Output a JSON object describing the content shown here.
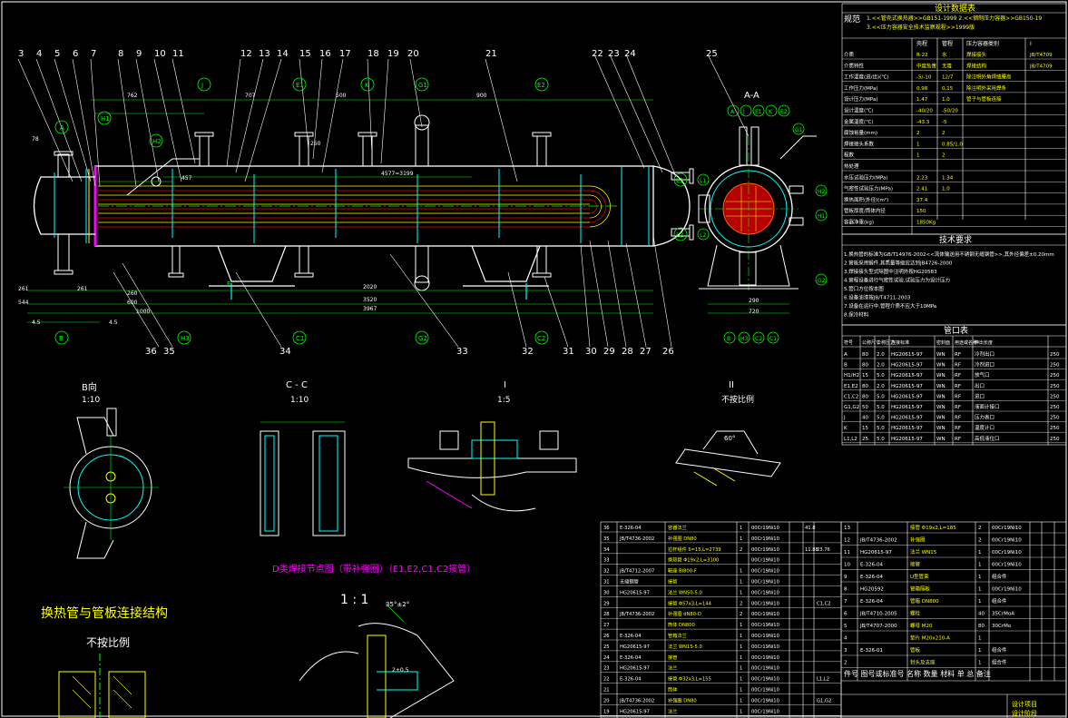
{
  "top_titles": {
    "design_data": "设计数据表",
    "tech_req": "技术要求",
    "nozzle_table": "管口表",
    "spec_label": "规范"
  },
  "part_numbers_top": [
    "3",
    "4",
    "5",
    "6",
    "7",
    "8",
    "9",
    "10",
    "11",
    "12",
    "13",
    "14",
    "15",
    "16",
    "17",
    "18",
    "19",
    "20",
    "21",
    "22",
    "23",
    "24",
    "25"
  ],
  "part_numbers_bottom": [
    "36",
    "35",
    "34",
    "33",
    "32",
    "31",
    "30",
    "29",
    "28",
    "27",
    "26"
  ],
  "nozzle_labels": [
    "A",
    "H1",
    "H2",
    "J",
    "E1",
    "K",
    "G1",
    "E2",
    "L1",
    "L2",
    "B",
    "H3",
    "C1",
    "G2",
    "C2",
    "F"
  ],
  "section_view": {
    "title": "A-A",
    "circle_labels": [
      "A",
      "J",
      "E1",
      "K",
      "E2",
      "G1",
      "H2",
      "H1",
      "L1",
      "L2",
      "G2"
    ],
    "bottom_labels": [
      "B",
      "H3",
      "C2",
      "C1"
    ]
  },
  "dimensions": [
    "762",
    "707",
    "500",
    "900",
    "4577=3199",
    "457",
    "2020",
    "3520",
    "3967",
    "544",
    "261",
    "261",
    "4.5",
    "4.5",
    "78",
    "720",
    "290",
    "250",
    "260",
    "600",
    "1000"
  ],
  "details": {
    "b_view": {
      "title": "B向",
      "scale": "1:10"
    },
    "c_section": {
      "title": "C - C",
      "scale": "1:10"
    },
    "detail_i": {
      "title": "I",
      "scale": "1:5"
    },
    "detail_ii": {
      "title": "II",
      "scale": "不按比例",
      "angle": "60°"
    },
    "detail_d": {
      "title": "D类焊接节点图（带补强圈）（E1,E2,C1,C2接管）",
      "scale": "1 : 1",
      "angle": "35°±2°",
      "dim": "2±0.5"
    },
    "tube_joint": {
      "title": "换热管与管板连接结构",
      "scale": "不按比例"
    }
  },
  "spec_lines": [
    "1.<<管壳式换热器>>GB151-1999  2.<<钢制压力容器>>GB150-19",
    "3.<<压力容器安全技术监察规程>>1999版"
  ],
  "design_table": {
    "headers": [
      "",
      "壳程",
      "管程",
      "压力容器类别",
      "I"
    ],
    "rows": [
      [
        "介质",
        "R-22",
        "水",
        "焊接接头",
        "JB/T4709"
      ],
      [
        "介质特性",
        "中度危害",
        "无毒",
        "焊接结构",
        "JB/T4709"
      ],
      [
        "工作温度(进/出)(℃)",
        "-5/-10",
        "12/7",
        "除注明外角焊缝腰高",
        ""
      ],
      [
        "工作压力(MPa)",
        "0.98",
        "0.15",
        "除注明外采用焊条",
        ""
      ],
      [
        "设计压力(MPa)",
        "1.47",
        "1.0",
        "管子与管板连接",
        ""
      ],
      [
        "设计温度(℃)",
        "-40/20",
        "-50/20",
        "",
        ""
      ],
      [
        "金属温度(℃)",
        "-43.3",
        "-5",
        "",
        ""
      ],
      [
        "腐蚀裕量(mm)",
        "2",
        "2",
        "",
        ""
      ],
      [
        "焊接接头系数",
        "1",
        "0.85/1.0",
        "",
        ""
      ],
      [
        "程数",
        "1",
        "2",
        "",
        ""
      ],
      [
        "热处理",
        "",
        "",
        "",
        ""
      ],
      [
        "水压试验压力(MPa)",
        "2.23",
        "1.34",
        "",
        ""
      ],
      [
        "气密性试验压力(MPa)",
        "2.41",
        "1.0",
        "",
        ""
      ],
      [
        "换热面积(外径)(m²)",
        "37.4",
        "",
        "",
        ""
      ],
      [
        "管板厚度/筒体内径",
        "150",
        "",
        "",
        ""
      ],
      [
        "容器净重(kg)",
        "1850Kg",
        "",
        "",
        ""
      ]
    ]
  },
  "tech_req_lines": [
    "1.换热管的标准为GB/T14976-2002<<流体输送用不锈钢无缝钢管>>,其外径偏差±0.20mm",
    "2.管板采用锻件,其质量等级应达到JB4726-2000",
    "3.焊接接头型式除图中注明外按HG20583",
    "4.管程设备进行气密性试验,试验压力为设计压力",
    "5.管口方位按本图",
    "6.设备油漆按JB/T4711-2003",
    "7.设备在运行中,管程介质不应大于10MPa",
    "8.保冷材料"
  ],
  "nozzle_table": {
    "headers": [
      "符号",
      "公称尺寸",
      "公称压力",
      "连接标准",
      "密封面",
      "用途或名称",
      "伸出长度"
    ],
    "rows": [
      [
        "A",
        "80",
        "2.0",
        "HG20615-97",
        "WN",
        "RF",
        "冷剂出口",
        "250"
      ],
      [
        "B",
        "80",
        "2.0",
        "HG20615-97",
        "WN",
        "RF",
        "冷剂进口",
        "250"
      ],
      [
        "H1/H2",
        "15",
        "5.0",
        "HG20615-97",
        "WN",
        "RF",
        "放气口",
        "250"
      ],
      [
        "E1,E2",
        "80",
        "2.0",
        "HG20615-97",
        "WN",
        "RF",
        "出口",
        "250"
      ],
      [
        "C1,C2",
        "80",
        "5.0",
        "HG20615-97",
        "WN",
        "RF",
        "进口",
        "250"
      ],
      [
        "G1,G2",
        "50",
        "5.0",
        "HG20615-97",
        "WN",
        "RF",
        "液面计接口",
        "250"
      ],
      [
        "J",
        "40",
        "5.0",
        "HG20615-97",
        "WN",
        "RF",
        "压力表口",
        "250"
      ],
      [
        "K",
        "15",
        "5.0",
        "HG20615-97",
        "WN",
        "RF",
        "温度计口",
        "250"
      ],
      [
        "L1,L2",
        "25",
        "5.0",
        "HG20615-97",
        "WN",
        "RF",
        "高低液位口",
        "250"
      ]
    ]
  },
  "bom_left": [
    [
      "36",
      "E-326-04",
      "容器法兰",
      "1",
      "00Cr19Ni10",
      "",
      "41.8",
      ""
    ],
    [
      "35",
      "JB/T4736-2002",
      "补强圈 DN80",
      "1",
      "00Cr19Ni10",
      "",
      "",
      ""
    ],
    [
      "34",
      "",
      "拉杆组件 δ=15,L=2739",
      "2",
      "00Cr19Ni10",
      "",
      "11.88",
      "23.76"
    ],
    [
      "33",
      "",
      "换热管 Φ19x2,L=3100",
      "",
      "00Cr19Ni10",
      "",
      "",
      ""
    ],
    [
      "32",
      "JB/T4712-2007",
      "鞍座 BI800-F",
      "1",
      "00Cr19Ni10",
      "",
      "",
      ""
    ],
    [
      "31",
      "无缝钢管",
      "接管",
      "1",
      "00Cr19Ni10",
      "",
      "",
      ""
    ],
    [
      "30",
      "HG20615-97",
      "法兰 WN50-5.0",
      "1",
      "00Cr19Ni10",
      "",
      "",
      ""
    ],
    [
      "29",
      "",
      "接管 Φ57x3,L=144",
      "2",
      "00Cr19Ni10",
      "",
      "",
      "C1,C2"
    ],
    [
      "28",
      "JB/T4736-2002",
      "补强圈 dN80-D",
      "2",
      "00Cr19Ni10",
      "",
      "",
      ""
    ],
    [
      "27",
      "",
      "筒体 DN800",
      "1",
      "00Cr19Ni10",
      "",
      "",
      ""
    ],
    [
      "26",
      "E-326-04",
      "管箱法兰",
      "1",
      "00Cr19Ni10",
      "",
      "",
      ""
    ],
    [
      "25",
      "HG20615-97",
      "法兰 WN15-5.0",
      "1",
      "00Cr19Ni10",
      "",
      "",
      ""
    ],
    [
      "24",
      "E-326-04",
      "接管",
      "1",
      "00Cr19Ni10",
      "",
      "",
      ""
    ],
    [
      "23",
      "HG20615-97",
      "法兰",
      "1",
      "00Cr19Ni10",
      "",
      "",
      ""
    ],
    [
      "22",
      "E-326-04",
      "接管 Φ32x3,L=155",
      "1",
      "00Cr19Ni10",
      "",
      "",
      "L1,L2"
    ],
    [
      "21",
      "",
      "筒体",
      "1",
      "00Cr19Ni10",
      "",
      "",
      ""
    ],
    [
      "20",
      "JB/T4736-2002",
      "补强圈 DN80",
      "1",
      "00Cr19Ni10",
      "",
      "",
      "G1,G2"
    ],
    [
      "19",
      "HG20615-97",
      "法兰",
      "1",
      "00Cr19Ni10",
      "",
      "",
      ""
    ]
  ],
  "bom_right": [
    [
      "13",
      "",
      "接管 Φ19x2,L=185",
      "2",
      "00Cr19Ni10",
      "",
      "",
      ""
    ],
    [
      "12",
      "JB/T4736-2002",
      "补强圈",
      "2",
      "00Cr19Ni10",
      "",
      "",
      ""
    ],
    [
      "11",
      "HG20615-97",
      "法兰 WN15",
      "1",
      "00Cr19Ni10",
      "",
      "",
      ""
    ],
    [
      "10",
      "E-326-04",
      "接管",
      "1",
      "00Cr19Ni10",
      "",
      "",
      ""
    ],
    [
      "9",
      "E-326-04",
      "U型管束",
      "1",
      "组合件",
      "",
      "",
      ""
    ],
    [
      "8",
      "HG20592",
      "管箱隔板",
      "1",
      "00Cr19Ni10",
      "",
      "",
      ""
    ],
    [
      "7",
      "E-326-04",
      "管箱 DN800",
      "1",
      "组合件",
      "",
      "",
      ""
    ],
    [
      "6",
      "JB/T4710-2005",
      "螺栓",
      "40",
      "35CrMoA",
      "",
      "",
      ""
    ],
    [
      "5",
      "JB/T4707-2000",
      "螺母 M20",
      "80",
      "30CrMo",
      "",
      "",
      ""
    ],
    [
      "4",
      "",
      "垫片 M20x210-A",
      "1",
      "",
      "",
      "",
      ""
    ],
    [
      "3",
      "E-326-01",
      "管板",
      "1",
      "组合件",
      "",
      "",
      ""
    ],
    [
      "2",
      "",
      "封头及支座",
      "1",
      "组合件",
      "",
      "",
      ""
    ]
  ],
  "bom_header": [
    "件号",
    "图号或标准号",
    "名称",
    "数量",
    "材料",
    "单",
    "总",
    "备注"
  ],
  "title_block": {
    "label1": "设计项目",
    "label2": "设计阶段"
  }
}
